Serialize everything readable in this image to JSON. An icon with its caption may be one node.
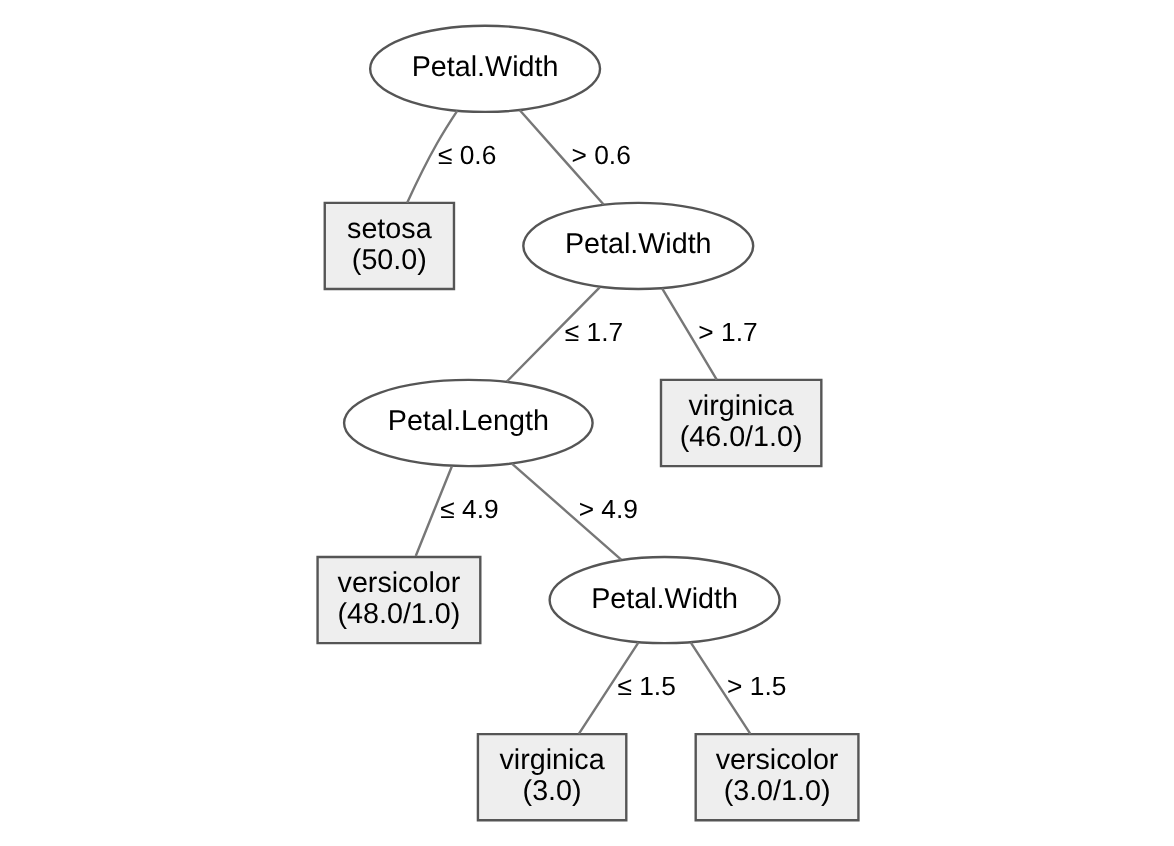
{
  "diagram": {
    "nodes": [
      {
        "text": [
          "Petal.Width"
        ]
      },
      {
        "text": [
          "setosa (50.0)"
        ]
      },
      {
        "text": [
          "Petal.Width"
        ]
      },
      {
        "text": [
          "Petal.Length"
        ]
      },
      {
        "text": [
          "virginica (46.0/1.0)"
        ]
      },
      {
        "text": [
          "versicolor (48.0/1.0)"
        ]
      },
      {
        "text": [
          "Petal.Width"
        ]
      },
      {
        "text": [
          "virginica (3.0)"
        ]
      },
      {
        "text": [
          "versicolor (3.0/1.0)"
        ]
      }
    ],
    "edges": [
      {
        "from": 0,
        "to": 1,
        "arrow": "none",
        "label": "≤ 0.6"
      },
      {
        "from": 0,
        "to": 2,
        "arrow": "none",
        "label": "> 0.6"
      },
      {
        "from": 2,
        "to": 3,
        "arrow": "none",
        "label": "≤ 1.7"
      },
      {
        "from": 2,
        "to": 4,
        "arrow": "none",
        "label": "> 1.7"
      },
      {
        "from": 3,
        "to": 5,
        "arrow": "none",
        "label": "≤ 4.9"
      },
      {
        "from": 3,
        "to": 6,
        "arrow": "none",
        "label": "> 4.9"
      },
      {
        "from": 6,
        "to": 7,
        "arrow": "none",
        "label": "≤ 1.5"
      },
      {
        "from": 6,
        "to": 8,
        "arrow": "none",
        "label": "> 1.5"
      }
    ]
  }
}
